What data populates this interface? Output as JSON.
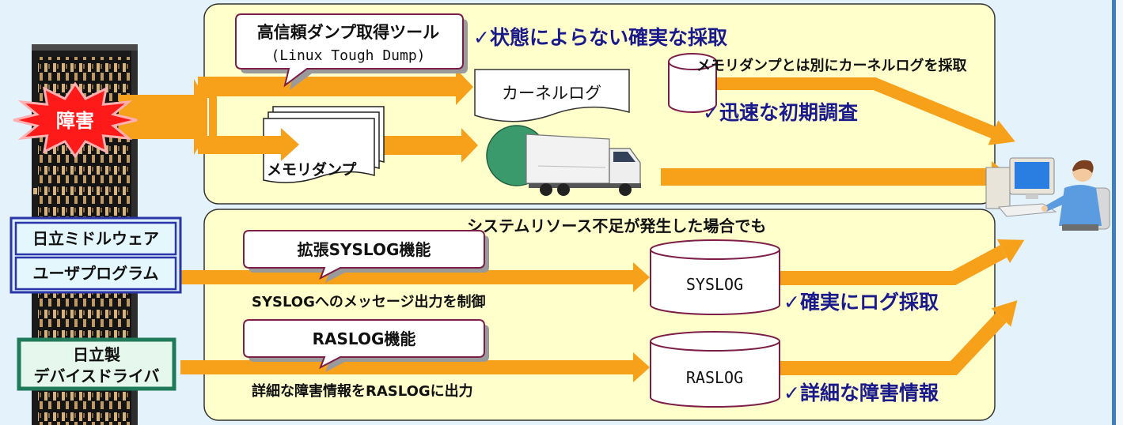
{
  "diagram": {
    "fault_label": "障害",
    "tool_callout": {
      "title": "高信頼ダンプ取得ツール",
      "subtitle": "(Linux Tough  Dump)"
    },
    "top_point_reliable": "✓状態によらない確実な採取",
    "kernel_log": "カーネルログ",
    "kernel_note": "メモリダンプとは別にカーネルログを採取",
    "top_point_fast": "✓迅速な初期調査",
    "memory_dump": "メモリダンプ",
    "resource_note": "システムリソース不足が発生した場合でも",
    "syslog_callout": "拡張SYSLOG機能",
    "syslog_db": "SYSLOG",
    "syslog_note": "SYSLOGへのメッセージ出力を制御",
    "syslog_point": "✓確実にログ採取",
    "raslog_callout": "RASLOG機能",
    "raslog_db": "RASLOG",
    "raslog_note": "詳細な障害情報をRASLOGに出力",
    "raslog_point": "✓詳細な障害情報",
    "sources": {
      "middleware": "日立ミドルウェア",
      "user_program": "ユーザプログラム",
      "driver_line1": "日立製",
      "driver_line2": "デバイスドライバ"
    }
  },
  "colors": {
    "background": "#e4f2fb",
    "panel": "#ffffcc",
    "arrow": "#f7a01a",
    "point_text": "#1a1a8c",
    "fault": "#ff1a1a",
    "database_outline": "#7b1e48",
    "middleware_border": "#2a35a8",
    "driver_border": "#1f7a5a",
    "edge_bar": "#3f7fc1"
  },
  "icons": {
    "server": "server-rack-icon",
    "fault": "starburst-icon",
    "transport": "truck-icon",
    "operator": "computer-user-icon",
    "database": "cylinder-icon",
    "document": "document-icon"
  }
}
